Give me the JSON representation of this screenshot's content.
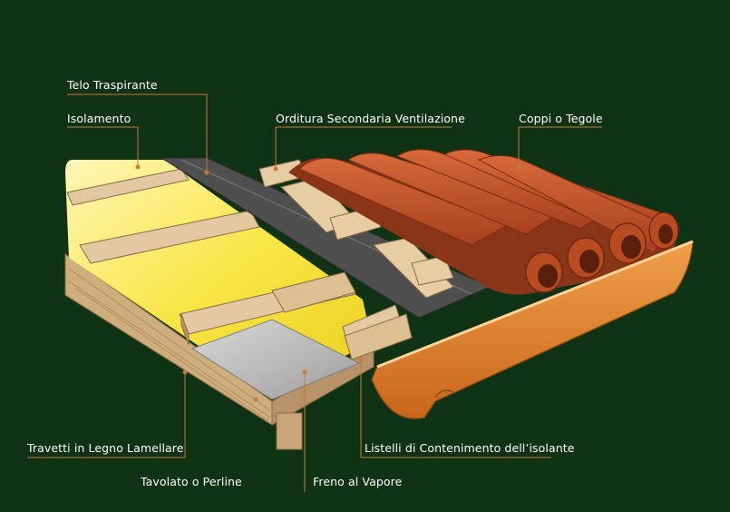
{
  "labels": {
    "telo": "Telo Traspirante",
    "isolamento": "Isolamento",
    "orditura": "Orditura Secondaria Ventilazione",
    "coppi": "Coppi  o Tegole",
    "travetti": "Travetti in Legno Lamellare",
    "tavolato": "Tavolato o Perline",
    "freno": "Freno al Vapore",
    "listelli": "Listelli di Contenimento dell’isolante"
  },
  "colors": {
    "background": "#0f3314",
    "leader": "#c9793a",
    "wood": "#e2c9a1",
    "insulation": "#f7e23a",
    "membrane": "#5a5a5a",
    "vapor_barrier": "#b9b9b9",
    "tiles": "#c4582b",
    "gutter": "#d9791e"
  }
}
